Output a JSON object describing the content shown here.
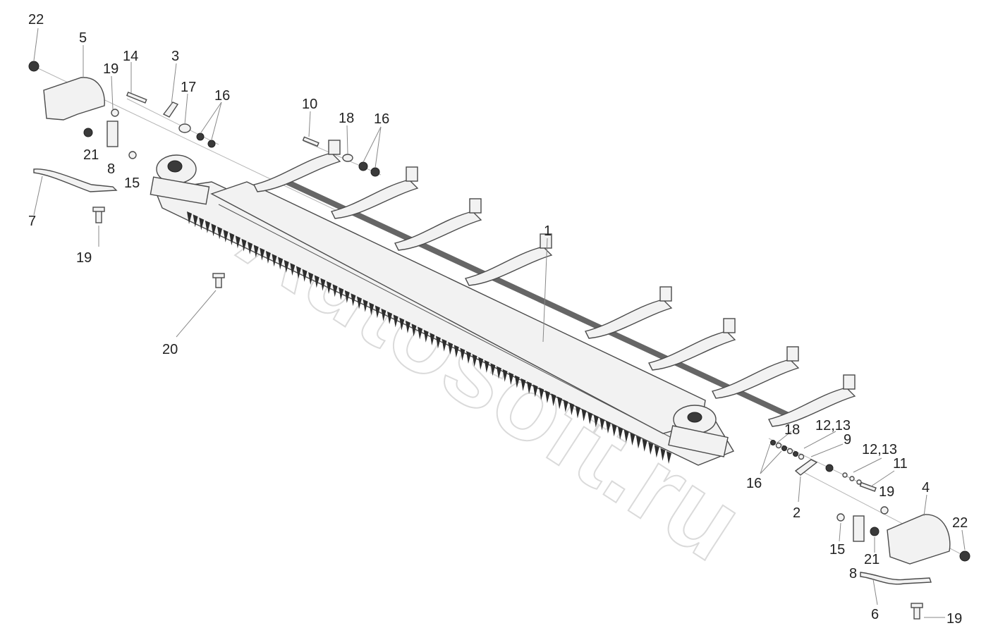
{
  "watermark": "Autosoft.ru",
  "callouts": [
    {
      "id": "c22a",
      "text": "22"
    },
    {
      "id": "c5",
      "text": "5"
    },
    {
      "id": "c19a",
      "text": "19"
    },
    {
      "id": "c14",
      "text": "14"
    },
    {
      "id": "c3",
      "text": "3"
    },
    {
      "id": "c17",
      "text": "17"
    },
    {
      "id": "c16a",
      "text": "16"
    },
    {
      "id": "c10",
      "text": "10"
    },
    {
      "id": "c18a",
      "text": "18"
    },
    {
      "id": "c16b",
      "text": "16"
    },
    {
      "id": "c21a",
      "text": "21"
    },
    {
      "id": "c8a",
      "text": "8"
    },
    {
      "id": "c15a",
      "text": "15"
    },
    {
      "id": "c7",
      "text": "7"
    },
    {
      "id": "c19b",
      "text": "19"
    },
    {
      "id": "c1",
      "text": "1"
    },
    {
      "id": "c20",
      "text": "20"
    },
    {
      "id": "c18b",
      "text": "18"
    },
    {
      "id": "c1213a",
      "text": "12,13"
    },
    {
      "id": "c9",
      "text": "9"
    },
    {
      "id": "c1213b",
      "text": "12,13"
    },
    {
      "id": "c11",
      "text": "11"
    },
    {
      "id": "c16c",
      "text": "16"
    },
    {
      "id": "c19c",
      "text": "19"
    },
    {
      "id": "c4",
      "text": "4"
    },
    {
      "id": "c2",
      "text": "2"
    },
    {
      "id": "c22b",
      "text": "22"
    },
    {
      "id": "c15b",
      "text": "15"
    },
    {
      "id": "c21b",
      "text": "21"
    },
    {
      "id": "c8b",
      "text": "8"
    },
    {
      "id": "c6",
      "text": "6"
    },
    {
      "id": "c19d",
      "text": "19"
    }
  ]
}
